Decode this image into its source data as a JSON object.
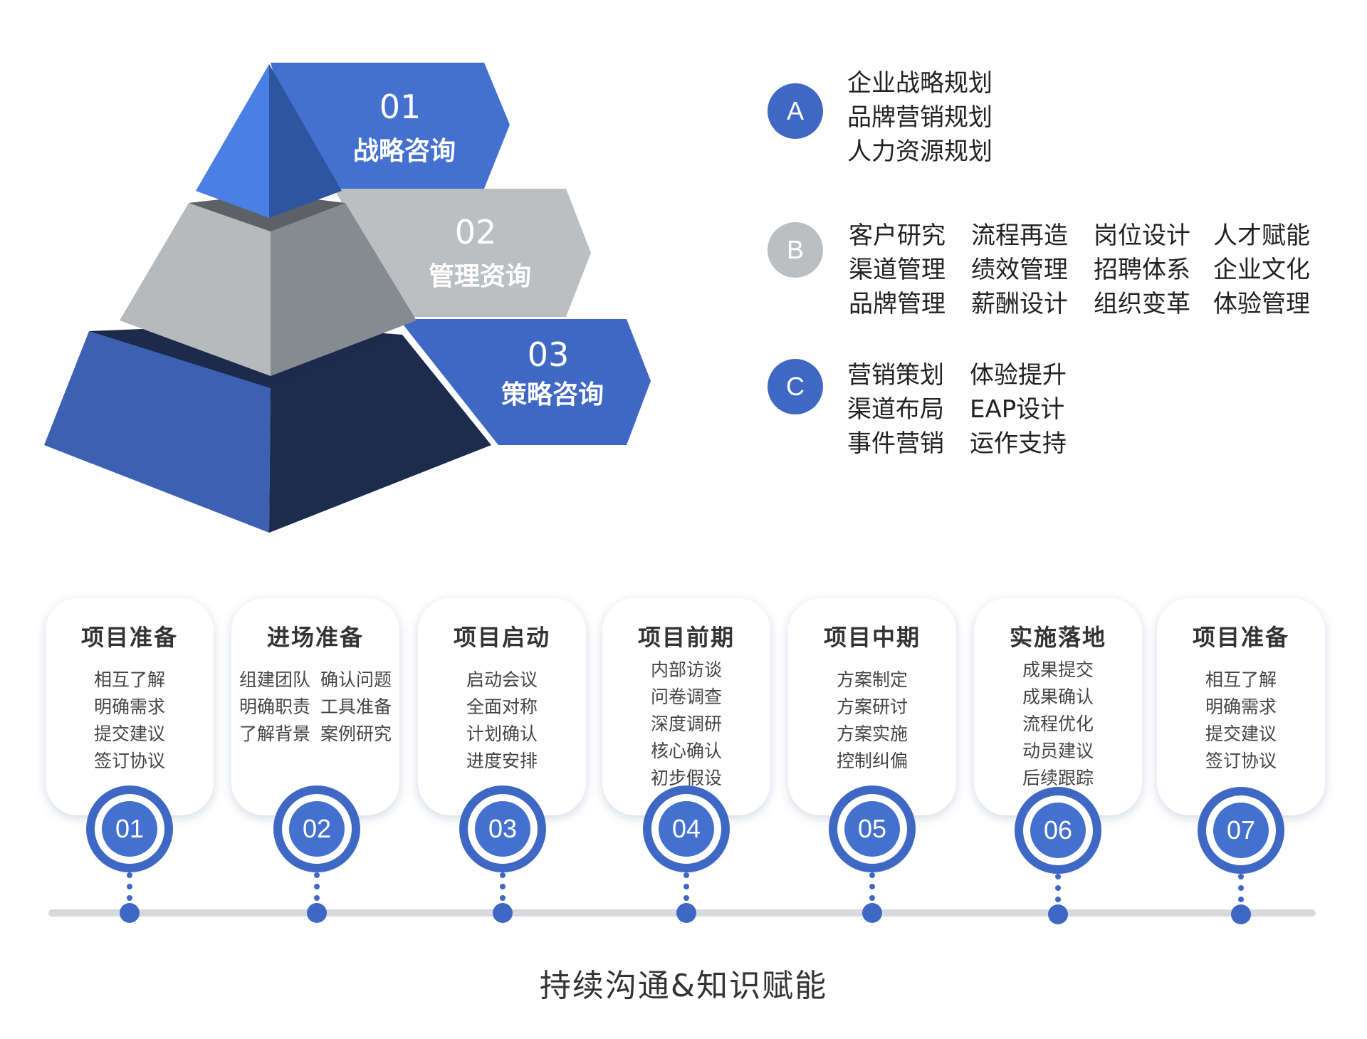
{
  "pyramid": {
    "tiers": [
      {
        "number": "01",
        "name": "战略咨询"
      },
      {
        "number": "02",
        "name": "管理资询"
      },
      {
        "number": "03",
        "name": "策略咨询"
      }
    ]
  },
  "services": {
    "a": {
      "badge": "A",
      "color": "#3f68c4",
      "items": [
        "企业战略规划",
        "品牌营销规划",
        "人力资源规划"
      ]
    },
    "b": {
      "badge": "B",
      "color": "#bcbfc2",
      "columns": [
        [
          "客户研究",
          "渠道管理",
          "品牌管理"
        ],
        [
          "流程再造",
          "绩效管理",
          "薪酬设计"
        ],
        [
          "岗位设计",
          "招聘体系",
          "组织变革"
        ],
        [
          "人才赋能",
          "企业文化",
          "体验管理"
        ]
      ]
    },
    "c": {
      "badge": "C",
      "color": "#3f68c4",
      "columns": [
        [
          "营销策划",
          "渠道布局",
          "事件营销"
        ],
        [
          "体验提升",
          "EAP设计",
          "运作支持"
        ]
      ]
    }
  },
  "timeline": {
    "steps": [
      {
        "number": "01",
        "title": "项目准备",
        "items": [
          "相互了解",
          "明确需求",
          "提交建议",
          "签订协议"
        ]
      },
      {
        "number": "02",
        "title": "进场准备",
        "items": [
          "组建团队",
          "确认问题",
          "明确职责",
          "工具准备",
          "了解背景",
          "案例研究"
        ]
      },
      {
        "number": "03",
        "title": "项目启动",
        "items": [
          "启动会议",
          "全面对称",
          "计划确认",
          "进度安排"
        ]
      },
      {
        "number": "04",
        "title": "项目前期",
        "items": [
          "内部访谈",
          "问卷调查",
          "深度调研",
          "核心确认",
          "初步假设"
        ]
      },
      {
        "number": "05",
        "title": "项目中期",
        "items": [
          "方案制定",
          "方案研讨",
          "方案实施",
          "控制纠偏"
        ]
      },
      {
        "number": "06",
        "title": "实施落地",
        "items": [
          "成果提交",
          "成果确认",
          "流程优化",
          "动员建议",
          "后续跟踪"
        ]
      },
      {
        "number": "07",
        "title": "项目准备",
        "items": [
          "相互了解",
          "明确需求",
          "提交建议",
          "签订协议"
        ]
      }
    ],
    "footer": "持续沟通&知识赋能",
    "accent_color": "#3f68c4",
    "track_color": "#d7d9dc"
  }
}
